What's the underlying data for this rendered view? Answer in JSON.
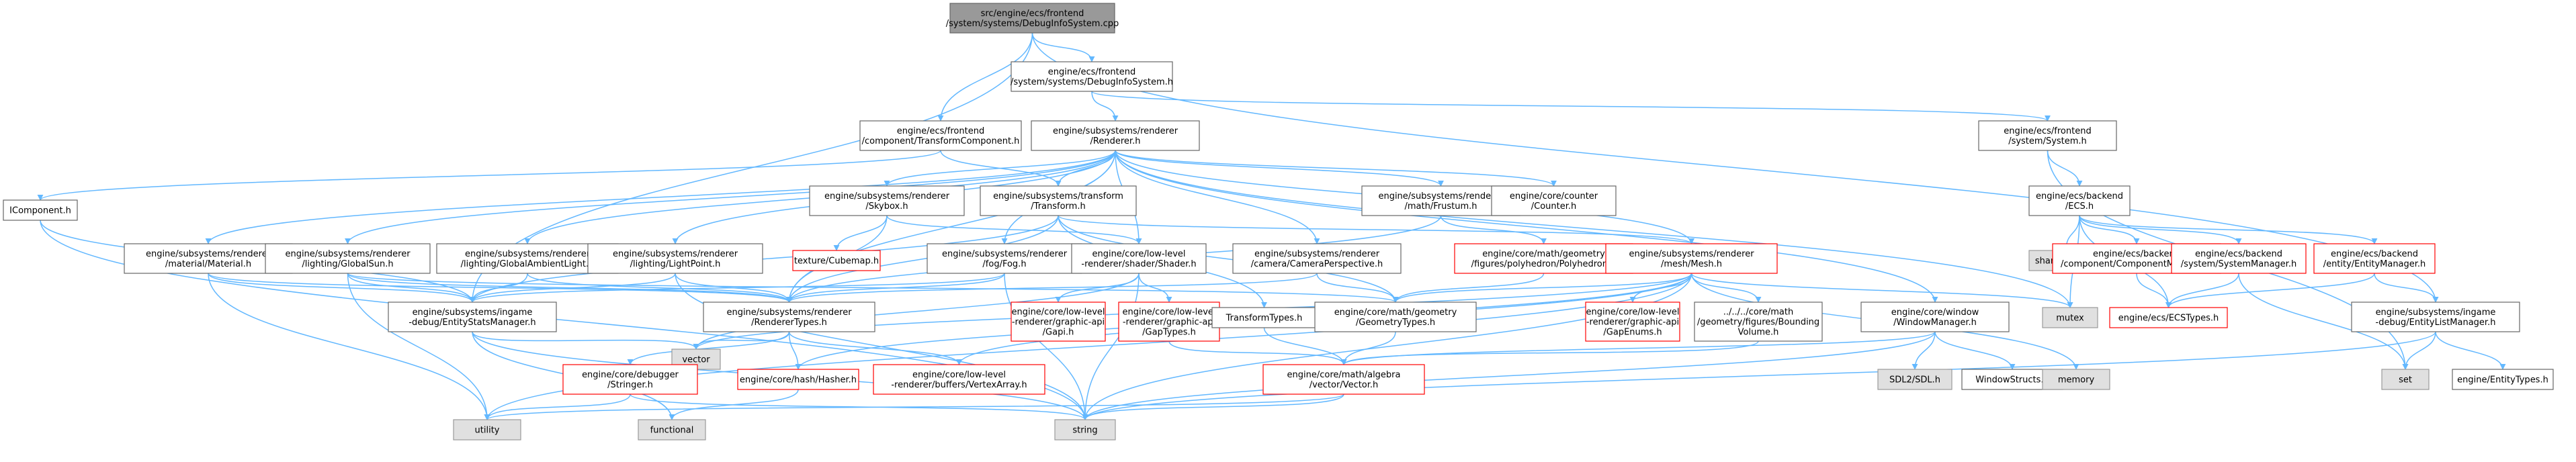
{
  "colors": {
    "edge": "#63b8ff",
    "node_fill": "#ffffff",
    "node_border": "#666666",
    "root_fill": "#999999",
    "root_border": "#666666",
    "system_fill": "#e0e0e0",
    "system_border": "#999999",
    "incomplete_border": "#ff0000"
  },
  "nodes": [
    {
      "id": "root",
      "kind": "root",
      "lines": [
        "src/engine/ecs/frontend",
        "/system/systems/DebugInfoSystem.cpp"
      ]
    },
    {
      "id": "dbg",
      "kind": "normal",
      "lines": [
        "engine/ecs/frontend",
        "/system/systems/DebugInfoSystem.h"
      ]
    },
    {
      "id": "tc",
      "kind": "normal",
      "lines": [
        "engine/ecs/frontend",
        "/component/TransformComponent.h"
      ]
    },
    {
      "id": "rend",
      "kind": "normal",
      "lines": [
        "engine/subsystems/renderer",
        "/Renderer.h"
      ]
    },
    {
      "id": "sys",
      "kind": "normal",
      "lines": [
        "engine/ecs/frontend",
        "/system/System.h"
      ]
    },
    {
      "id": "icomp",
      "kind": "normal",
      "lines": [
        "IComponent.h"
      ]
    },
    {
      "id": "skybox",
      "kind": "normal",
      "lines": [
        "engine/subsystems/renderer",
        "/Skybox.h"
      ]
    },
    {
      "id": "xform",
      "kind": "normal",
      "lines": [
        "engine/subsystems/transform",
        "/Transform.h"
      ]
    },
    {
      "id": "frustum",
      "kind": "normal",
      "lines": [
        "engine/subsystems/renderer",
        "/math/Frustum.h"
      ]
    },
    {
      "id": "counter",
      "kind": "normal",
      "lines": [
        "engine/core/counter",
        "/Counter.h"
      ]
    },
    {
      "id": "ecs",
      "kind": "normal",
      "lines": [
        "engine/ecs/backend",
        "/ECS.h"
      ]
    },
    {
      "id": "material",
      "kind": "normal",
      "lines": [
        "engine/subsystems/renderer",
        "/material/Material.h"
      ]
    },
    {
      "id": "gsun",
      "kind": "normal",
      "lines": [
        "engine/subsystems/renderer",
        "/lighting/GlobalSun.h"
      ]
    },
    {
      "id": "gambient",
      "kind": "normal",
      "lines": [
        "engine/subsystems/renderer",
        "/lighting/GlobalAmbientLight.h"
      ]
    },
    {
      "id": "lpoint",
      "kind": "normal",
      "lines": [
        "engine/subsystems/renderer",
        "/lighting/LightPoint.h"
      ]
    },
    {
      "id": "cubemap",
      "kind": "incomplete",
      "lines": [
        "texture/Cubemap.h"
      ]
    },
    {
      "id": "fog",
      "kind": "normal",
      "lines": [
        "engine/subsystems/renderer",
        "/fog/Fog.h"
      ]
    },
    {
      "id": "shader",
      "kind": "normal",
      "lines": [
        "engine/core/low-level",
        "-renderer/shader/Shader.h"
      ]
    },
    {
      "id": "camera",
      "kind": "normal",
      "lines": [
        "engine/subsystems/renderer",
        "/camera/CameraPerspective.h"
      ]
    },
    {
      "id": "polyhedron",
      "kind": "incomplete",
      "lines": [
        "engine/core/math/geometry",
        "/figures/polyhedron/Polyhedron.h"
      ]
    },
    {
      "id": "mesh",
      "kind": "incomplete",
      "lines": [
        "engine/subsystems/renderer",
        "/mesh/Mesh.h"
      ]
    },
    {
      "id": "shmutex",
      "kind": "system",
      "lines": [
        "shared_mutex"
      ]
    },
    {
      "id": "compmgr",
      "kind": "incomplete",
      "lines": [
        "engine/ecs/backend",
        "/component/ComponentManager.h"
      ]
    },
    {
      "id": "sysmgr",
      "kind": "incomplete",
      "lines": [
        "engine/ecs/backend",
        "/system/SystemManager.h"
      ]
    },
    {
      "id": "entmgr",
      "kind": "incomplete",
      "lines": [
        "engine/ecs/backend",
        "/entity/EntityManager.h"
      ]
    },
    {
      "id": "estats",
      "kind": "normal",
      "lines": [
        "engine/subsystems/ingame",
        "-debug/EntityStatsManager.h"
      ]
    },
    {
      "id": "rtypes",
      "kind": "normal",
      "lines": [
        "engine/subsystems/renderer",
        "/RendererTypes.h"
      ]
    },
    {
      "id": "gapi",
      "kind": "incomplete",
      "lines": [
        "engine/core/low-level",
        "-renderer/graphic-api",
        "/Gapi.h"
      ]
    },
    {
      "id": "gaptypes",
      "kind": "incomplete",
      "lines": [
        "engine/core/low-level",
        "-renderer/graphic-api",
        "/GapTypes.h"
      ]
    },
    {
      "id": "xtypes",
      "kind": "normal",
      "lines": [
        "TransformTypes.h"
      ]
    },
    {
      "id": "geotypes",
      "kind": "normal",
      "lines": [
        "engine/core/math/geometry",
        "/GeometryTypes.h"
      ]
    },
    {
      "id": "gapenums",
      "kind": "incomplete",
      "lines": [
        "engine/core/low-level",
        "-renderer/graphic-api",
        "/GapEnums.h"
      ]
    },
    {
      "id": "bvol",
      "kind": "normal",
      "lines": [
        "../../../core/math",
        "/geometry/figures/Bounding",
        "Volume.h"
      ]
    },
    {
      "id": "winmgr",
      "kind": "normal",
      "lines": [
        "engine/core/window",
        "/WindowManager.h"
      ]
    },
    {
      "id": "mutex",
      "kind": "system",
      "lines": [
        "mutex"
      ]
    },
    {
      "id": "ecstypes",
      "kind": "incomplete",
      "lines": [
        "engine/ecs/ECSTypes.h"
      ]
    },
    {
      "id": "elist",
      "kind": "normal",
      "lines": [
        "engine/subsystems/ingame",
        "-debug/EntityListManager.h"
      ]
    },
    {
      "id": "vector",
      "kind": "system",
      "lines": [
        "vector"
      ]
    },
    {
      "id": "stringer",
      "kind": "incomplete",
      "lines": [
        "engine/core/debugger",
        "/Stringer.h"
      ]
    },
    {
      "id": "hasher",
      "kind": "incomplete",
      "lines": [
        "engine/core/hash/Hasher.h"
      ]
    },
    {
      "id": "vao",
      "kind": "incomplete",
      "lines": [
        "engine/core/low-level",
        "-renderer/buffers/VertexArray.h"
      ]
    },
    {
      "id": "vecvec",
      "kind": "incomplete",
      "lines": [
        "engine/core/math/algebra",
        "/vector/Vector.h"
      ]
    },
    {
      "id": "sdl",
      "kind": "system",
      "lines": [
        "SDL2/SDL.h"
      ]
    },
    {
      "id": "wstructs",
      "kind": "normal",
      "lines": [
        "WindowStructs.h"
      ]
    },
    {
      "id": "memory",
      "kind": "system",
      "lines": [
        "memory"
      ]
    },
    {
      "id": "set",
      "kind": "system",
      "lines": [
        "set"
      ]
    },
    {
      "id": "etypes",
      "kind": "normal",
      "lines": [
        "engine/EntityTypes.h"
      ]
    },
    {
      "id": "utility",
      "kind": "system",
      "lines": [
        "utility"
      ]
    },
    {
      "id": "functional",
      "kind": "system",
      "lines": [
        "functional"
      ]
    },
    {
      "id": "string",
      "kind": "system",
      "lines": [
        "string"
      ]
    }
  ],
  "edges": [
    [
      "root",
      "dbg"
    ],
    [
      "root",
      "tc"
    ],
    [
      "root",
      "estats"
    ],
    [
      "root",
      "elist"
    ],
    [
      "dbg",
      "rend"
    ],
    [
      "dbg",
      "sys"
    ],
    [
      "tc",
      "xform"
    ],
    [
      "tc",
      "icomp"
    ],
    [
      "rend",
      "skybox"
    ],
    [
      "rend",
      "xform"
    ],
    [
      "rend",
      "frustum"
    ],
    [
      "rend",
      "counter"
    ],
    [
      "rend",
      "material"
    ],
    [
      "rend",
      "gsun"
    ],
    [
      "rend",
      "gambient"
    ],
    [
      "rend",
      "lpoint"
    ],
    [
      "rend",
      "fog"
    ],
    [
      "rend",
      "shader"
    ],
    [
      "rend",
      "camera"
    ],
    [
      "rend",
      "mesh"
    ],
    [
      "rend",
      "winmgr"
    ],
    [
      "rend",
      "rtypes"
    ],
    [
      "rend",
      "mutex"
    ],
    [
      "sys",
      "ecs"
    ],
    [
      "sys",
      "set"
    ],
    [
      "icomp",
      "estats"
    ],
    [
      "icomp",
      "string"
    ],
    [
      "skybox",
      "cubemap"
    ],
    [
      "skybox",
      "shader"
    ],
    [
      "skybox",
      "rtypes"
    ],
    [
      "xform",
      "rtypes"
    ],
    [
      "xform",
      "xtypes"
    ],
    [
      "xform",
      "geotypes"
    ],
    [
      "xform",
      "estats"
    ],
    [
      "xform",
      "mesh"
    ],
    [
      "frustum",
      "polyhedron"
    ],
    [
      "frustum",
      "rtypes"
    ],
    [
      "ecs",
      "shmutex"
    ],
    [
      "ecs",
      "compmgr"
    ],
    [
      "ecs",
      "sysmgr"
    ],
    [
      "ecs",
      "entmgr"
    ],
    [
      "ecs",
      "ecstypes"
    ],
    [
      "ecs",
      "mutex"
    ],
    [
      "material",
      "estats"
    ],
    [
      "material",
      "rtypes"
    ],
    [
      "material",
      "utility"
    ],
    [
      "gsun",
      "estats"
    ],
    [
      "gsun",
      "rtypes"
    ],
    [
      "gsun",
      "utility"
    ],
    [
      "gsun",
      "geotypes"
    ],
    [
      "gambient",
      "estats"
    ],
    [
      "gambient",
      "rtypes"
    ],
    [
      "lpoint",
      "estats"
    ],
    [
      "lpoint",
      "rtypes"
    ],
    [
      "lpoint",
      "string"
    ],
    [
      "fog",
      "rtypes"
    ],
    [
      "fog",
      "estats"
    ],
    [
      "fog",
      "string"
    ],
    [
      "shader",
      "gapi"
    ],
    [
      "shader",
      "gaptypes"
    ],
    [
      "shader",
      "string"
    ],
    [
      "shader",
      "vector"
    ],
    [
      "camera",
      "geotypes"
    ],
    [
      "camera",
      "rtypes"
    ],
    [
      "polyhedron",
      "geotypes"
    ],
    [
      "mesh",
      "geotypes"
    ],
    [
      "mesh",
      "gapenums"
    ],
    [
      "mesh",
      "bvol"
    ],
    [
      "mesh",
      "mutex"
    ],
    [
      "mesh",
      "vao"
    ],
    [
      "mesh",
      "hasher"
    ],
    [
      "mesh",
      "memory"
    ],
    [
      "mesh",
      "string"
    ],
    [
      "mesh",
      "utility"
    ],
    [
      "mesh",
      "vector"
    ],
    [
      "compmgr",
      "ecstypes"
    ],
    [
      "sysmgr",
      "ecstypes"
    ],
    [
      "sysmgr",
      "set"
    ],
    [
      "entmgr",
      "ecstypes"
    ],
    [
      "entmgr",
      "elist"
    ],
    [
      "estats",
      "vector"
    ],
    [
      "estats",
      "functional"
    ],
    [
      "estats",
      "string"
    ],
    [
      "rtypes",
      "stringer"
    ],
    [
      "rtypes",
      "hasher"
    ],
    [
      "rtypes",
      "vao"
    ],
    [
      "rtypes",
      "vector"
    ],
    [
      "gaptypes",
      "vecvec"
    ],
    [
      "xtypes",
      "vecvec"
    ],
    [
      "geotypes",
      "vecvec"
    ],
    [
      "bvol",
      "vecvec"
    ],
    [
      "winmgr",
      "sdl"
    ],
    [
      "winmgr",
      "wstructs"
    ],
    [
      "winmgr",
      "vecvec"
    ],
    [
      "winmgr",
      "string"
    ],
    [
      "elist",
      "set"
    ],
    [
      "elist",
      "etypes"
    ],
    [
      "elist",
      "string"
    ],
    [
      "stringer",
      "utility"
    ],
    [
      "stringer",
      "string"
    ],
    [
      "hasher",
      "functional"
    ],
    [
      "vecvec",
      "string"
    ],
    [
      "vecvec",
      "utility"
    ]
  ]
}
